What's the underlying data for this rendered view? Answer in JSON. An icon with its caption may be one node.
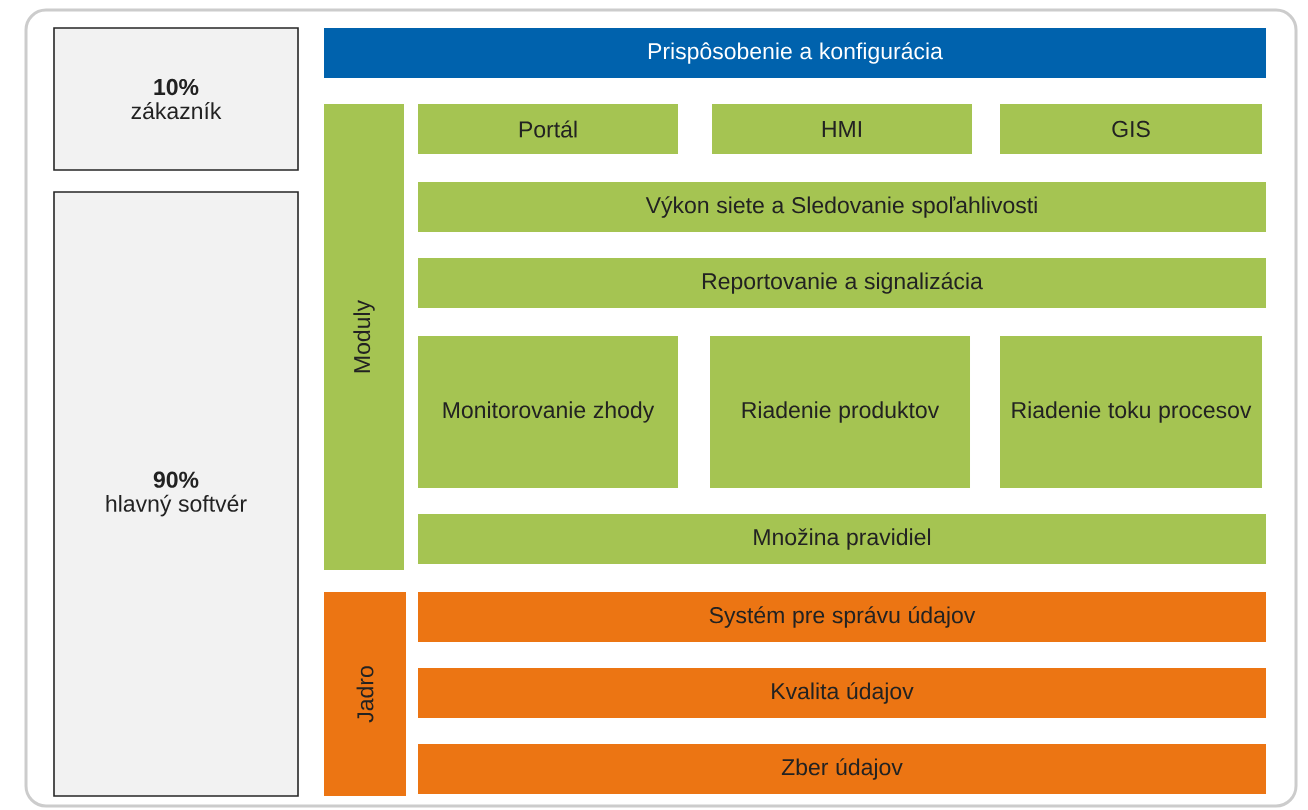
{
  "diagram": {
    "nodes": [
      {
        "text": [
          "10%",
          "zákazník"
        ]
      },
      {
        "text": [
          "90%",
          "hlavný softvér"
        ]
      },
      {
        "text": [
          "Prispôsobenie a konfigurácia"
        ]
      },
      {
        "text": [
          "Moduly"
        ]
      },
      {
        "text": [
          "Portál"
        ]
      },
      {
        "text": [
          "HMI"
        ]
      },
      {
        "text": [
          "GIS"
        ]
      },
      {
        "text": [
          "Výkon siete a Sledovanie spoľahlivosti"
        ]
      },
      {
        "text": [
          "Reportovanie a signalizácia"
        ]
      },
      {
        "text": [
          "Monitorovanie zhody"
        ]
      },
      {
        "text": [
          "Riadenie produktov"
        ]
      },
      {
        "text": [
          "Riadenie toku procesov"
        ]
      },
      {
        "text": [
          "Množina pravidiel"
        ]
      },
      {
        "text": [
          "Jadro"
        ]
      },
      {
        "text": [
          "Systém pre správu údajov"
        ]
      },
      {
        "text": [
          "Kvalita údajov"
        ]
      },
      {
        "text": [
          "Zber údajov"
        ]
      }
    ]
  }
}
